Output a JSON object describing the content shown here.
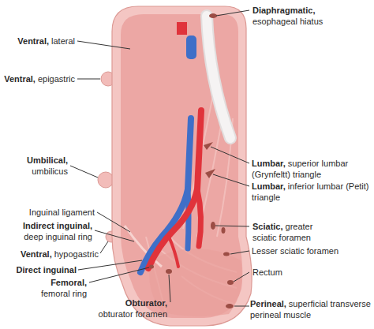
{
  "diagram": {
    "labels": [
      "Diaphragmatic,",
      "esophageal hiatus",
      "Ventral,",
      "lateral",
      "Ventral,",
      "epigastric",
      "Umbilical,",
      "umbilicus",
      "Lumbar,",
      "superior lumbar (Grynfeltt) triangle",
      "Lumbar,",
      "inferior lumbar (Petit) triangle",
      "Inguinal ligament",
      "Indirect inguinal,",
      "deep inguinal ring",
      "Sciatic,",
      "greater sciatic foramen",
      "Lesser sciatic foramen",
      "Ventral,",
      "hypogastric",
      "Direct inguinal",
      "Rectum",
      "Femoral,",
      "femoral ring",
      "Obturator,",
      "obturator foramen",
      "Perineal,",
      "superficial transverse perineal muscle"
    ]
  }
}
